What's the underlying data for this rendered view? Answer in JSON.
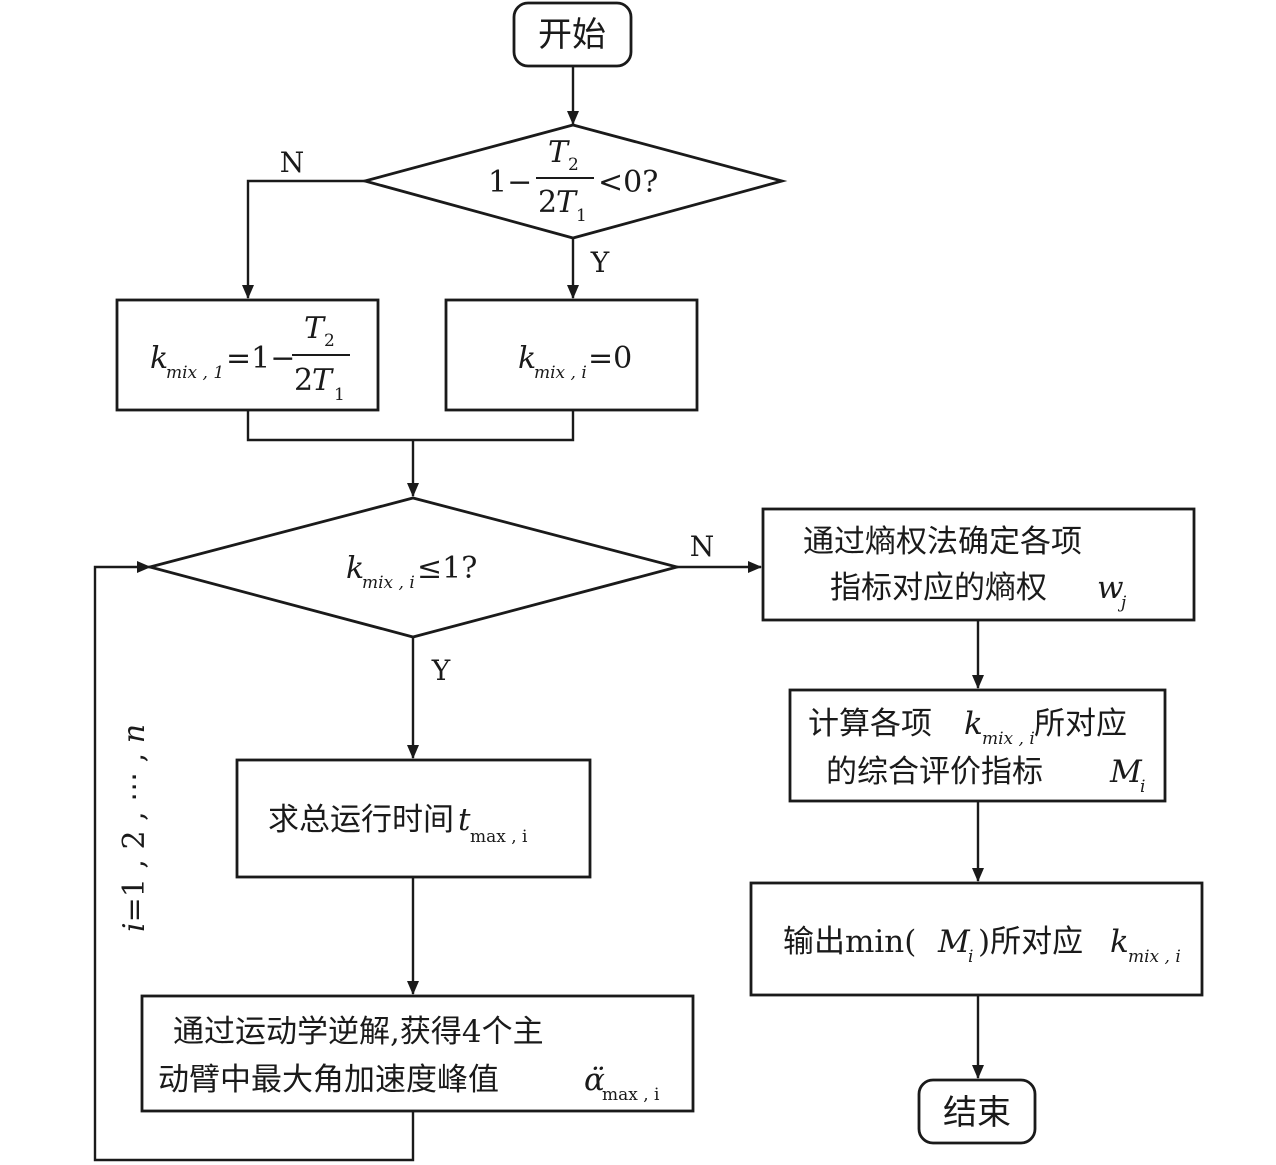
{
  "nodes": {
    "start": {
      "label": "开始"
    },
    "cond1": {
      "one": "1−",
      "num": "T",
      "num_sub": "2",
      "den_coef": "2",
      "den": "T",
      "den_sub": "1",
      "tail": "<0?"
    },
    "branch_n": {
      "k": "k",
      "sub": "mix , 1",
      "eq": "=1−",
      "num": "T",
      "num_sub": "2",
      "den_coef": "2",
      "den": "T",
      "den_sub": "1"
    },
    "branch_y": {
      "k": "k",
      "sub": "mix , i",
      "eq": "=0"
    },
    "cond2": {
      "k": "k",
      "sub": "mix , i",
      "tail": "≤1?"
    },
    "total_time": {
      "text": "求总运行时间",
      "var": "t",
      "sub": "max , i"
    },
    "inverse": {
      "line1": "通过运动学逆解,获得4个主",
      "line2": "动臂中最大角加速度峰值",
      "var": "α̈",
      "sub": "max , i"
    },
    "entropy": {
      "line1": "通过熵权法确定各项",
      "line2": "指标对应的熵权",
      "var": "w",
      "sub": "j"
    },
    "compute": {
      "line1_a": "计算各项",
      "var": "k",
      "sub": "mix , i",
      "line1_b": "所对应",
      "line2": "的综合评价指标",
      "var2": "M",
      "sub2": "i"
    },
    "output": {
      "a": "输出min(",
      "var": "M",
      "sub": "i",
      "b": ")所对应",
      "k": "k",
      "ksub": "mix , i"
    },
    "end": {
      "label": "结束"
    }
  },
  "edge_labels": {
    "cond1_no": "N",
    "cond1_yes": "Y",
    "cond2_no": "N",
    "cond2_yes": "Y"
  },
  "loop_label": {
    "i": "i",
    "rest": "=1 , 2 , ⋯ , ",
    "n": "n"
  }
}
